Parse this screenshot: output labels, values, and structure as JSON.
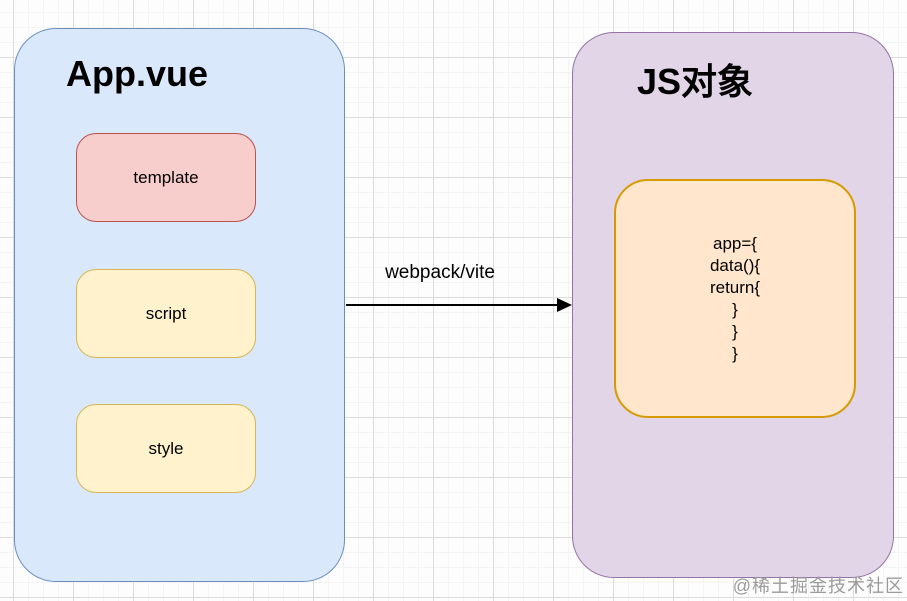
{
  "canvas": {
    "background": "#fdfdfd",
    "grid_minor_color": "#f4f4f4",
    "grid_major_color": "#dcdcdc"
  },
  "left_panel": {
    "title": "App.vue",
    "fill": "#dae8fc",
    "border_color": "#6c8ebf",
    "blocks": [
      {
        "label": "template",
        "fill": "#f8cecc",
        "border_color": "#b85450"
      },
      {
        "label": "script",
        "fill": "#fff2cc",
        "border_color": "#d6b656"
      },
      {
        "label": "style",
        "fill": "#fff2cc",
        "border_color": "#d6b656"
      }
    ]
  },
  "arrow": {
    "label": "webpack/vite",
    "color": "#000000"
  },
  "right_panel": {
    "title": "JS对象",
    "fill": "#e1d5e7",
    "border_color": "#9673a6",
    "code_box": {
      "fill": "#ffe6cc",
      "border_color": "#d79b00",
      "lines": [
        "app={",
        "data(){",
        "return{",
        "}",
        "}",
        "}"
      ]
    }
  },
  "watermark": "@稀土掘金技术社区"
}
